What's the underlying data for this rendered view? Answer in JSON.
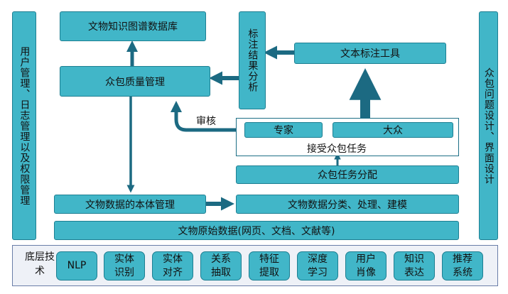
{
  "left_panel": {
    "label": "用户管理、日志管理以及权限管理"
  },
  "right_panel": {
    "label": "众包问题设计、界面设计"
  },
  "nodes": {
    "kg_db": "文物知识图谱数据库",
    "crowd_quality": "众包质量管理",
    "annotation_analysis": "标注结果分析",
    "text_annotation_tool": "文本标注工具",
    "expert": "专家",
    "public": "大众",
    "accept_task": "接受众包任务",
    "task_assign": "众包任务分配",
    "ontology": "文物数据的本体管理",
    "classify": "文物数据分类、处理、建模",
    "raw_data": "文物原始数据(网页、文档、文献等)"
  },
  "edge_labels": {
    "review": "审核"
  },
  "bottom": {
    "label": "底层技术",
    "techs": [
      "NLP",
      "实体\n识别",
      "实体\n对齐",
      "关系\n抽取",
      "特征\n提取",
      "深度\n学习",
      "用户\n肖像",
      "知识\n表达",
      "推荐\n系统"
    ]
  },
  "colors": {
    "box_fill": "#41b6c8",
    "arrow": "#1c6a82",
    "bottom_fill": "#eef1f7"
  }
}
